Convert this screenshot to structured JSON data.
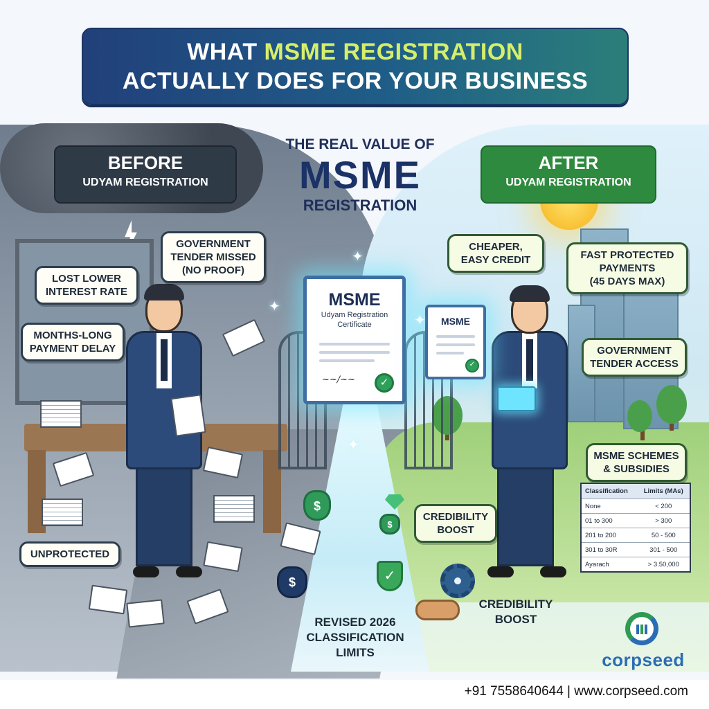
{
  "title": {
    "line1_pre": "WHAT ",
    "line1_highlight": "MSME REGISTRATION",
    "line2": "ACTUALLY DOES FOR YOUR BUSINESS"
  },
  "before": {
    "heading": "BEFORE",
    "subheading": "UDYAM REGISTRATION",
    "bubbles": {
      "tender_missed": [
        "GOVERNMENT",
        "TENDER MISSED",
        "(NO PROOF)"
      ],
      "interest": [
        "LOST LOWER",
        "INTEREST RATE"
      ],
      "payment_delay": [
        "MONTHS-LONG",
        "PAYMENT DELAY"
      ],
      "unprotected": [
        "UNPROTECTED"
      ]
    }
  },
  "center": {
    "line1": "THE REAL VALUE OF",
    "line2": "MSME",
    "line3": "REGISTRATION",
    "certificate_title": "MSME",
    "certificate_sub1": "Udyam Registration",
    "certificate_sub2": "Certificate",
    "small_certificate_title": "MSME",
    "bottom_text": [
      "REVISED 2026",
      "CLASSIFICATION",
      "LIMITS"
    ],
    "credibility_bubble": [
      "CREDIBILITY",
      "BOOST"
    ],
    "credibility_text": [
      "CREDIBILITY",
      "BOOST"
    ]
  },
  "after": {
    "heading": "AFTER",
    "subheading": "UDYAM REGISTRATION",
    "bubbles": {
      "credit": [
        "CHEAPER,",
        "EASY CREDIT"
      ],
      "payments": [
        "FAST PROTECTED",
        "PAYMENTS",
        "(45 DAYS MAX)"
      ],
      "tender": [
        "GOVERNMENT",
        "TENDER ACCESS"
      ],
      "schemes": [
        "MSME SCHEMES",
        "& SUBSIDIES"
      ]
    }
  },
  "table": {
    "headers": [
      "Classification",
      "Limits (MAs)"
    ],
    "rows": [
      [
        "None",
        "< 200"
      ],
      [
        "01 to 300",
        "> 300"
      ],
      [
        "201 to 200",
        "50 - 500"
      ],
      [
        "301 to 30R",
        "301 - 500"
      ],
      [
        "Ayarach",
        "> 3.50,000"
      ]
    ]
  },
  "brand": {
    "name": "corpseed",
    "contact": "+91 7558640644 | www.corpseed.com"
  },
  "icons": {
    "storm": "lightning-icon",
    "money": "money-bag-icon",
    "shield": "shield-check-icon",
    "gear": "gear-icon",
    "handshake": "handshake-icon",
    "diamond": "diamond-icon"
  },
  "colors": {
    "banner": "#21407a",
    "highlight": "#d6ef6a",
    "before": "#2f3a47",
    "after": "#2e8a3e",
    "brand_blue": "#2b6db5",
    "brand_green": "#2d9b52"
  }
}
